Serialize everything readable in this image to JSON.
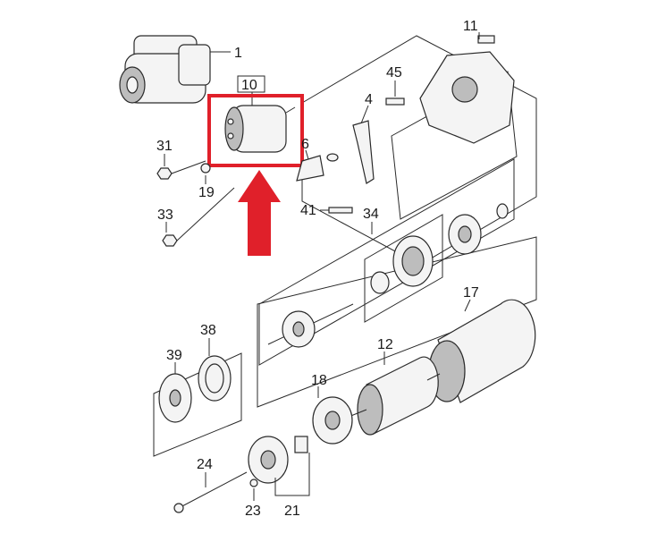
{
  "diagram": {
    "labels": [
      "1",
      "10",
      "4",
      "6",
      "11",
      "45",
      "31",
      "19",
      "33",
      "41",
      "34",
      "17",
      "12",
      "38",
      "39",
      "18",
      "24",
      "23",
      "21"
    ],
    "highlight_color": "#e0202a",
    "highlighted_part": "10"
  }
}
